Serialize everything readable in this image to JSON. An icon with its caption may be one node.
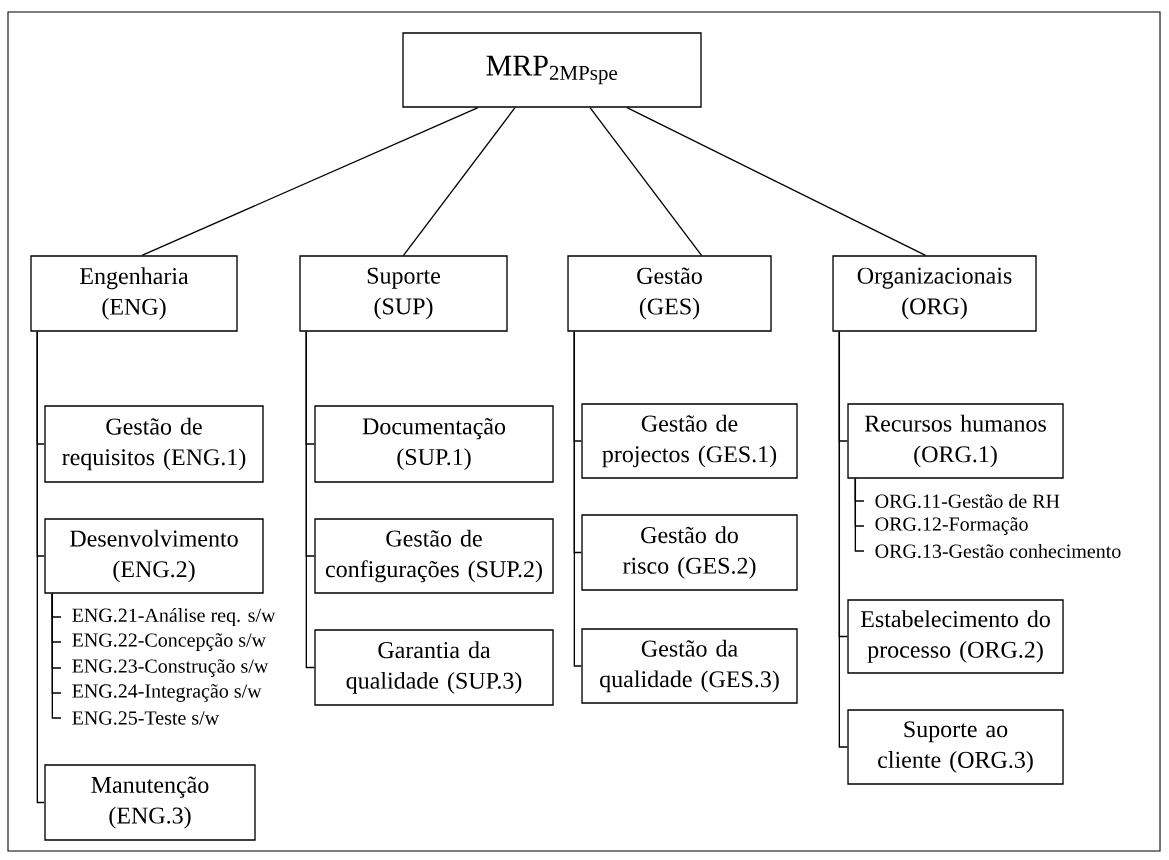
{
  "diagram": {
    "nodes": [
      {
        "text": [
          "MRP$_{2MPspe}$"
        ]
      },
      {
        "text": [
          "Engenharia (ENG)"
        ]
      },
      {
        "text": [
          "Suporte (SUP)"
        ]
      },
      {
        "text": [
          "Gestão (GES)"
        ]
      },
      {
        "text": [
          "Organizacionais (ORG)"
        ]
      },
      {
        "text": [
          "Gestão de requisitos (ENG.1)"
        ]
      },
      {
        "text": [
          "Desenvolvimento (ENG.2)"
        ]
      },
      {
        "text": [
          "ENG.21-Análise req. s/w"
        ]
      },
      {
        "text": [
          "ENG.22-Concepção s/w"
        ]
      },
      {
        "text": [
          "ENG.23-Construção s/w"
        ]
      },
      {
        "text": [
          "ENG.24-Integração s/w"
        ]
      },
      {
        "text": [
          "ENG.25-Teste s/w"
        ]
      },
      {
        "text": [
          "Manutenção (ENG.3)"
        ]
      },
      {
        "text": [
          "Documentação (SUP.1)"
        ]
      },
      {
        "text": [
          "Gestão de configurações (SUP.2)"
        ]
      },
      {
        "text": [
          "Garantia da qualidade (SUP.3)"
        ]
      },
      {
        "text": [
          "Gestão de projectos (GES.1)"
        ]
      },
      {
        "text": [
          "Gestão do risco (GES.2)"
        ]
      },
      {
        "text": [
          "Gestão da qualidade (GES.3)"
        ]
      },
      {
        "text": [
          "Recursos humanos (ORG.1)"
        ]
      },
      {
        "text": [
          "ORG.11-Gestão de RH"
        ]
      },
      {
        "text": [
          "ORG.12-Formação"
        ]
      },
      {
        "text": [
          "ORG.13-Gestão conhecimento"
        ]
      },
      {
        "text": [
          "Estabelecimento do processo (ORG.2)"
        ]
      },
      {
        "text": [
          "Suporte ao cliente (ORG.3)"
        ]
      }
    ],
    "edges": [
      {
        "from": 0,
        "to": 1,
        "arrow": "none"
      },
      {
        "from": 0,
        "to": 2,
        "arrow": "none"
      },
      {
        "from": 0,
        "to": 3,
        "arrow": "none"
      },
      {
        "from": 0,
        "to": 4,
        "arrow": "none"
      },
      {
        "from": 1,
        "to": 5,
        "arrow": "none"
      },
      {
        "from": 1,
        "to": 6,
        "arrow": "none"
      },
      {
        "from": 6,
        "to": 7,
        "arrow": "none"
      },
      {
        "from": 6,
        "to": 8,
        "arrow": "none"
      },
      {
        "from": 6,
        "to": 9,
        "arrow": "none"
      },
      {
        "from": 6,
        "to": 10,
        "arrow": "none"
      },
      {
        "from": 6,
        "to": 11,
        "arrow": "none"
      },
      {
        "from": 1,
        "to": 12,
        "arrow": "none"
      },
      {
        "from": 2,
        "to": 13,
        "arrow": "none"
      },
      {
        "from": 2,
        "to": 14,
        "arrow": "none"
      },
      {
        "from": 2,
        "to": 15,
        "arrow": "none"
      },
      {
        "from": 3,
        "to": 16,
        "arrow": "none"
      },
      {
        "from": 3,
        "to": 17,
        "arrow": "none"
      },
      {
        "from": 3,
        "to": 18,
        "arrow": "none"
      },
      {
        "from": 4,
        "to": 19,
        "arrow": "none"
      },
      {
        "from": 19,
        "to": 20,
        "arrow": "none"
      },
      {
        "from": 19,
        "to": 21,
        "arrow": "none"
      },
      {
        "from": 19,
        "to": 22,
        "arrow": "none"
      },
      {
        "from": 4,
        "to": 23,
        "arrow": "none"
      },
      {
        "from": 4,
        "to": 24,
        "arrow": "none"
      }
    ]
  }
}
